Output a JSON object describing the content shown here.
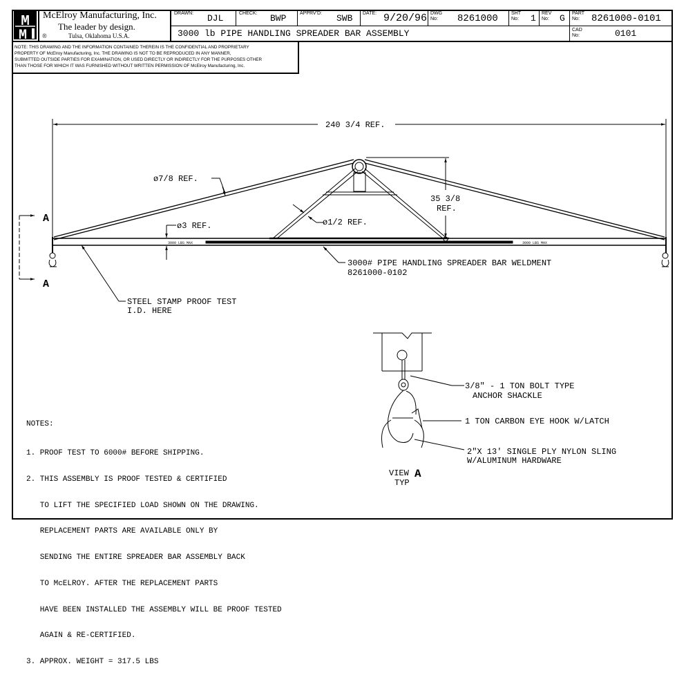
{
  "company": {
    "logo_text": "MMI",
    "name": "McElroy Manufacturing, Inc.",
    "tagline": "The leader by design.",
    "location": "Tulsa, Oklahoma U.S.A.",
    "registered_mark": "®"
  },
  "title_block": {
    "drawn_label": "DRAWN:",
    "drawn_value": "DJL",
    "check_label": "CHECK:",
    "check_value": "BWP",
    "approved_label": "APPRV'D:",
    "approved_value": "SWB",
    "date_label": "DATE:",
    "date_value": "9/20/96",
    "dwg_label_1": "DWG",
    "dwg_label_2": "No:",
    "dwg_value": "8261000",
    "sht_label_1": "SHT",
    "sht_label_2": "No:",
    "sht_value": "1",
    "rev_label_1": "REV",
    "rev_label_2": "No:",
    "rev_value": "G",
    "part_label_1": "PART",
    "part_label_2": "No:",
    "part_value": "8261000-0101",
    "cad_label_1": "CAD",
    "cad_label_2": "No:",
    "cad_value": "0101",
    "drawing_title": "3000 lb PIPE HANDLING SPREADER BAR ASSEMBLY"
  },
  "confidential_note": [
    "NOTE: THIS DRAWING AND THE INFORMATION CONTAINED THEREIN IS THE CONFIDENTIAL AND PROPRIETARY",
    "PROPERTY OF McElroy Manufacturing, Inc. THE DRAWING IS NOT TO BE REPRODUCED IN ANY MANNER,",
    "SUBMITTED OUTSIDE PARTIES FOR EXAMINATION, OR USED DIRECTLY OR INDIRECTLY FOR THE PURPOSES OTHER",
    "THAN THOSE FOR WHICH IT WAS FURNISHED WITHOUT WRITTEN PERMISSION OF McElroy Manufacturing, Inc."
  ],
  "dimensions": {
    "overall_length": "240 3/4 REF.",
    "height_1": "35 3/8",
    "height_2": "REF.",
    "rod_dia": "ø7/8 REF.",
    "brace_dia": "ø1/2 REF.",
    "pipe_dia": "ø3 REF.",
    "max_label_left": "3000 LBS MAX",
    "max_label_right": "3000 LBS MAX"
  },
  "section_marks": {
    "top": "A",
    "bottom": "A"
  },
  "callouts": {
    "weldment_1": "3000# PIPE HANDLING SPREADER BAR WELDMENT",
    "weldment_2": "8261000-0102",
    "stamp_1": "STEEL STAMP PROOF TEST",
    "stamp_2": "I.D. HERE",
    "shackle_1": "3/8\" - 1 TON BOLT TYPE",
    "shackle_2": "ANCHOR SHACKLE",
    "hook": "1 TON CARBON EYE HOOK W/LATCH",
    "sling_1": "2\"X 13' SINGLE PLY NYLON SLING",
    "sling_2": "W/ALUMINUM HARDWARE"
  },
  "view": {
    "label": "VIEW",
    "letter": "A",
    "typ": "TYP"
  },
  "notes": {
    "heading": "NOTES:",
    "lines": [
      "1. PROOF TEST TO 6000# BEFORE SHIPPING.",
      "2. THIS ASSEMBLY IS PROOF TESTED & CERTIFIED",
      "   TO LIFT THE SPECIFIED LOAD SHOWN ON THE DRAWING.",
      "   REPLACEMENT PARTS ARE AVAILABLE ONLY BY",
      "   SENDING THE ENTIRE SPREADER BAR ASSEMBLY BACK",
      "   TO McELROY. AFTER THE REPLACEMENT PARTS",
      "   HAVE BEEN INSTALLED THE ASSEMBLY WILL BE PROOF TESTED",
      "   AGAIN & RE-CERTIFIED.",
      "3. APPROX. WEIGHT = 317.5 LBS"
    ]
  }
}
